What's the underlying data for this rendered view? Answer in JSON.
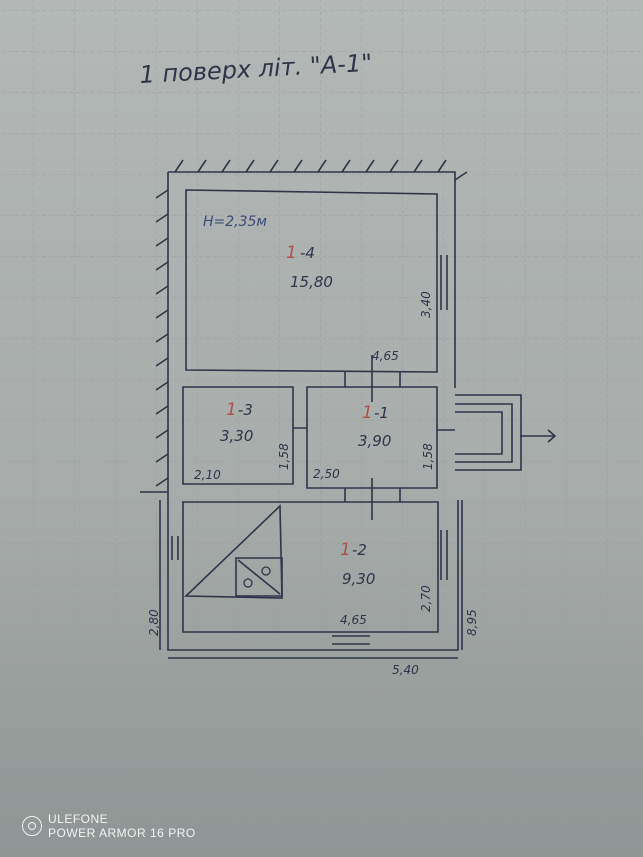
{
  "photo": {
    "title": "1 поверх літ. \"А-1\"",
    "paper_color": "#a8aeac",
    "ink_color": "#2e3548",
    "red_ink_color": "#b0504a"
  },
  "plan": {
    "height_note": "H=2,35м",
    "rooms": [
      {
        "number": "1",
        "suffix": "-4",
        "area": "15,80"
      },
      {
        "number": "1",
        "suffix": "-3",
        "area": "3,30"
      },
      {
        "number": "1",
        "suffix": "-1",
        "area": "3,90"
      },
      {
        "number": "1",
        "suffix": "-2",
        "area": "9,30"
      }
    ],
    "dimensions": {
      "room4_height": "3,40",
      "room4_width": "4,65",
      "room3_height": "1,58",
      "room3_width": "2,10",
      "room1_height": "1,58",
      "room1_width": "2,50",
      "room2_height": "2,70",
      "room2_width": "4,65",
      "outer_left": "2,80",
      "outer_right": "8,95",
      "outer_bottom": "5,40"
    }
  },
  "watermark": {
    "brand": "ULEFONE",
    "model": "POWER ARMOR 16 PRO",
    "icon": "ulefone-logo-icon"
  }
}
